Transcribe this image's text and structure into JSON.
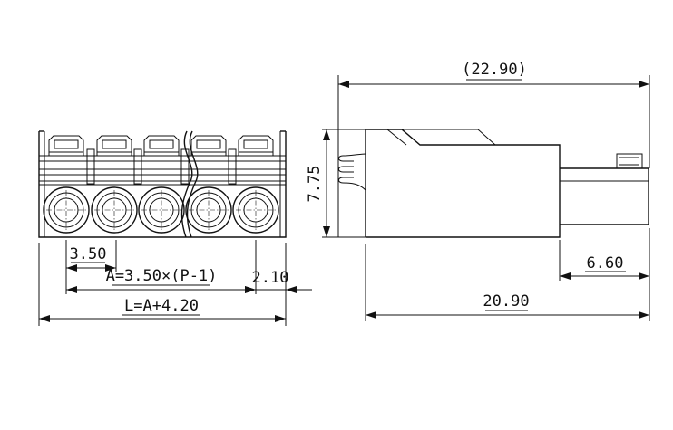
{
  "dimensions": {
    "pitch": "3.50",
    "a_formula": "A=3.50×(P-1)",
    "offset": "2.10",
    "l_formula": "L=A+4.20",
    "overall_length": "(22.90)",
    "height": "7.75",
    "pin_length": "6.60",
    "body_length": "20.90"
  }
}
